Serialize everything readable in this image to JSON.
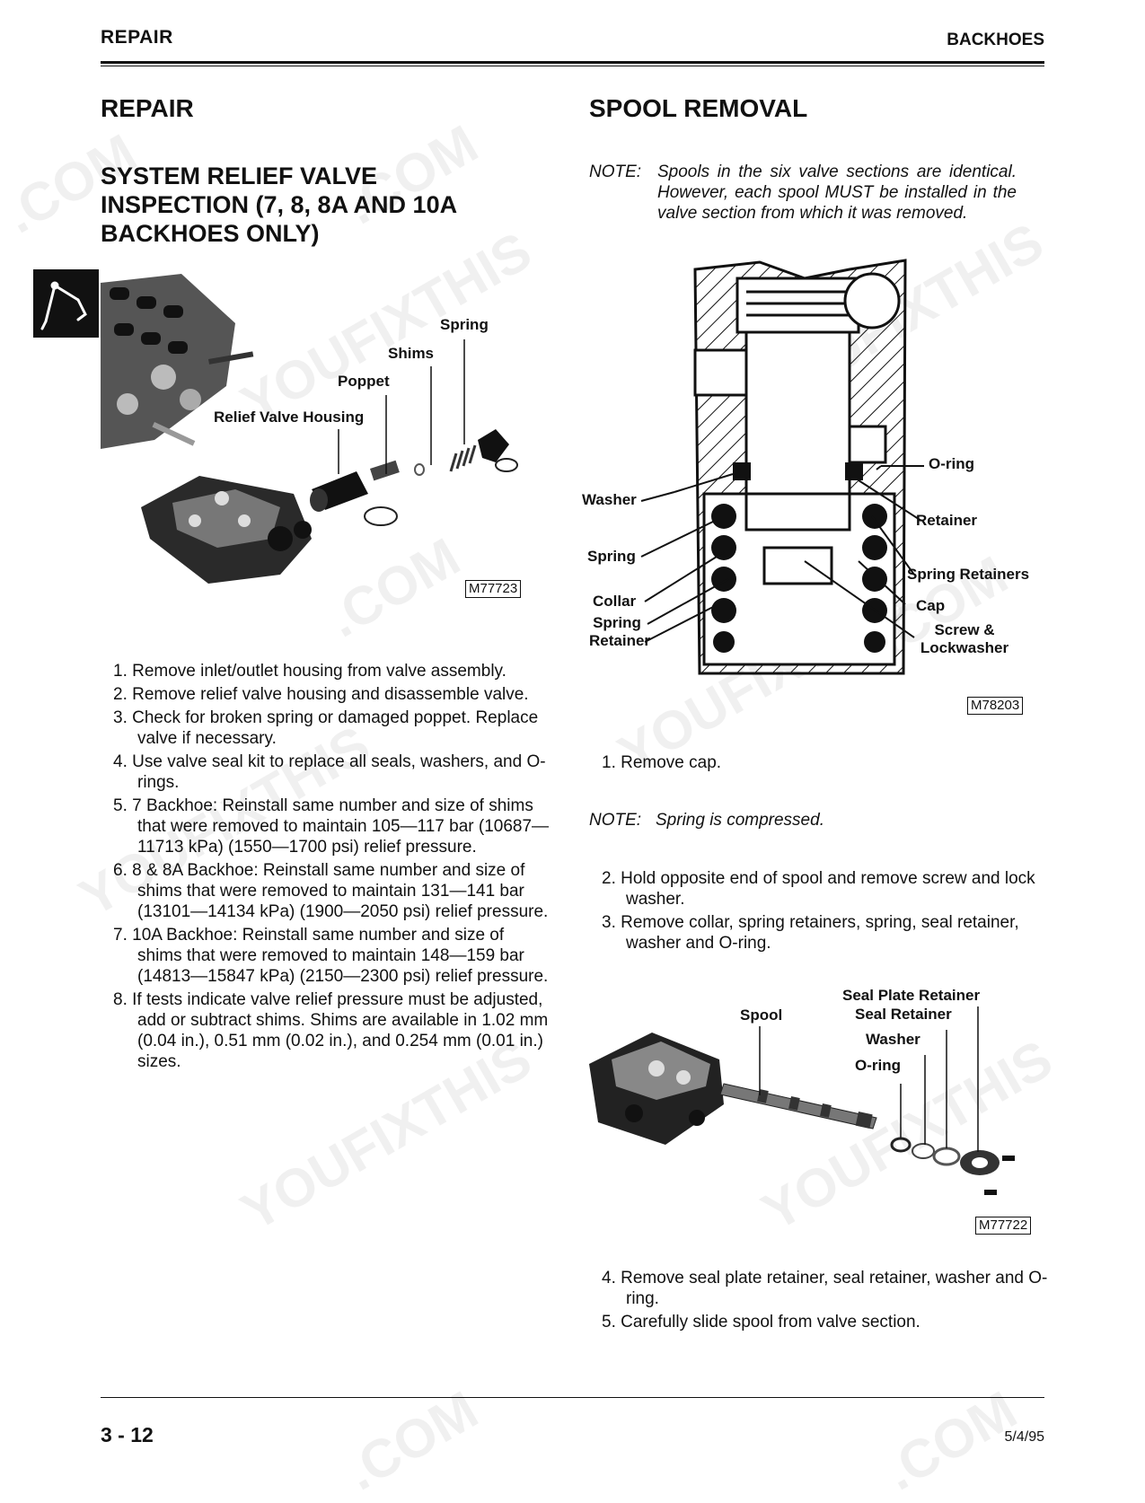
{
  "header": {
    "left": "REPAIR",
    "right": "BACKHOES"
  },
  "left_col": {
    "title": "REPAIR",
    "subtitle_lines": [
      "SYSTEM RELIEF VALVE",
      "INSPECTION (7, 8, 8A AND 10A",
      "BACKHOES ONLY)"
    ],
    "figure": {
      "labels": {
        "spring": "Spring",
        "shims": "Shims",
        "poppet": "Poppet",
        "housing": "Relief Valve Housing"
      },
      "code": "M77723"
    },
    "steps": [
      "1. Remove inlet/outlet housing from valve assembly.",
      "2. Remove relief valve housing and disassemble valve.",
      "3. Check for broken spring or damaged poppet. Replace valve if necessary.",
      "4. Use valve seal kit to replace all seals, washers, and O-rings.",
      "5. 7 Backhoe: Reinstall same number and size of shims that were removed to maintain 105—117 bar (10687—11713 kPa) (1550—1700 psi) relief pressure.",
      "6. 8 & 8A Backhoe: Reinstall same number and size of shims that were removed to maintain 131—141 bar (13101—14134 kPa) (1900—2050 psi) relief pressure.",
      "7. 10A Backhoe: Reinstall same number and size of shims that were removed to maintain 148—159 bar (14813—15847 kPa) (2150—2300 psi) relief pressure.",
      "8. If tests indicate valve relief pressure must be adjusted, add or subtract shims. Shims are available in 1.02 mm (0.04 in.), 0.51 mm (0.02 in.), and 0.254 mm (0.01 in.) sizes."
    ]
  },
  "right_col": {
    "title": "SPOOL REMOVAL",
    "note1": {
      "label": "NOTE:",
      "text": "Spools in the six valve sections are identical. However, each spool MUST be installed in the valve section from which it was removed."
    },
    "figure1": {
      "labels": {
        "oring": "O-ring",
        "washer": "Washer",
        "retainer": "Retainer",
        "spring": "Spring",
        "spring_retainers": "Spring Retainers",
        "collar": "Collar",
        "cap": "Cap",
        "spring_retainer_1": "Spring",
        "spring_retainer_2": "Retainer",
        "screw_1": "Screw &",
        "screw_2": "Lockwasher"
      },
      "code": "M78203"
    },
    "step1": "1. Remove cap.",
    "note2": {
      "label": "NOTE:",
      "text": "Spring is compressed."
    },
    "steps_a": [
      "2. Hold opposite end of spool and remove screw and lock washer.",
      "3. Remove collar, spring retainers, spring, seal retainer, washer and O-ring."
    ],
    "figure2": {
      "labels": {
        "spool": "Spool",
        "seal_plate": "Seal Plate Retainer",
        "seal_retainer": "Seal Retainer",
        "washer": "Washer",
        "oring": "O-ring"
      },
      "code": "M77722"
    },
    "steps_b": [
      "4. Remove seal plate retainer, seal retainer, washer and O-ring.",
      "5. Carefully slide spool from valve section."
    ]
  },
  "footer": {
    "page": "3 - 12",
    "date": "5/4/95"
  },
  "watermark": {
    "text_a": "YOUFIXTHIS",
    "text_b": ".COM"
  }
}
